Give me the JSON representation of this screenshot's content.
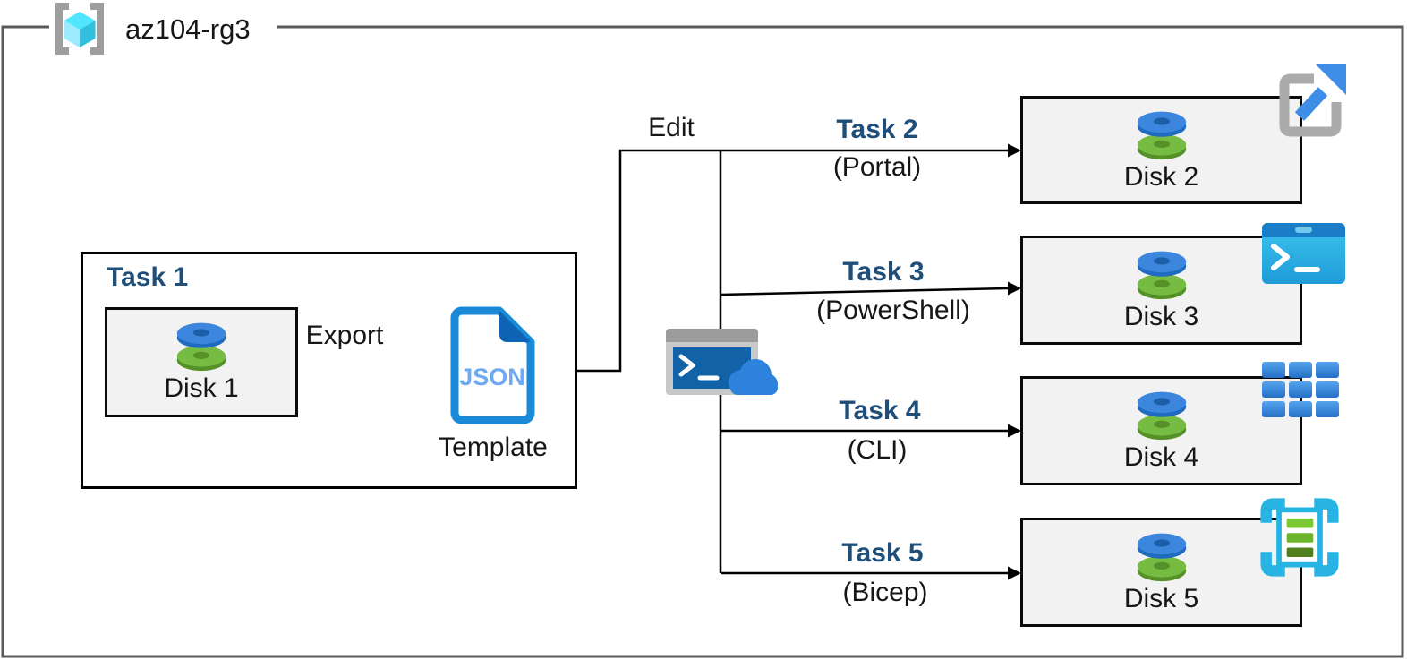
{
  "resource_group": {
    "name": "az104-rg3",
    "icon": "resource-group-icon"
  },
  "task1": {
    "title": "Task 1",
    "disk_label": "Disk 1",
    "export_label": "Export",
    "template_file_label": "JSON",
    "template_caption": "Template"
  },
  "edit_label": "Edit",
  "branches": [
    {
      "task_label": "Task 2",
      "method_label": "(Portal)",
      "disk_label": "Disk 2",
      "icon": "portal-launch-icon"
    },
    {
      "task_label": "Task 3",
      "method_label": "(PowerShell)",
      "disk_label": "Disk 3",
      "icon": "powershell-icon"
    },
    {
      "task_label": "Task 4",
      "method_label": "(CLI)",
      "disk_label": "Disk 4",
      "icon": "cli-grid-icon"
    },
    {
      "task_label": "Task 5",
      "method_label": "(Bicep)",
      "disk_label": "Disk 5",
      "icon": "bicep-template-icon"
    }
  ],
  "center_icon": "cloud-shell-icon",
  "colors": {
    "task_heading": "#1F4E79",
    "box_fill": "#F2F2F2",
    "frame_border": "#595959",
    "connector": "#000000",
    "azure_blue": "#1989D8",
    "json_text_blue": "#6FA9F2",
    "fold_blue": "#0E63B5",
    "cyan": "#27B4E4",
    "disk_blue": "#3C87DD",
    "disk_green": "#76BC43",
    "bracket_gray": "#9E9E9E"
  }
}
